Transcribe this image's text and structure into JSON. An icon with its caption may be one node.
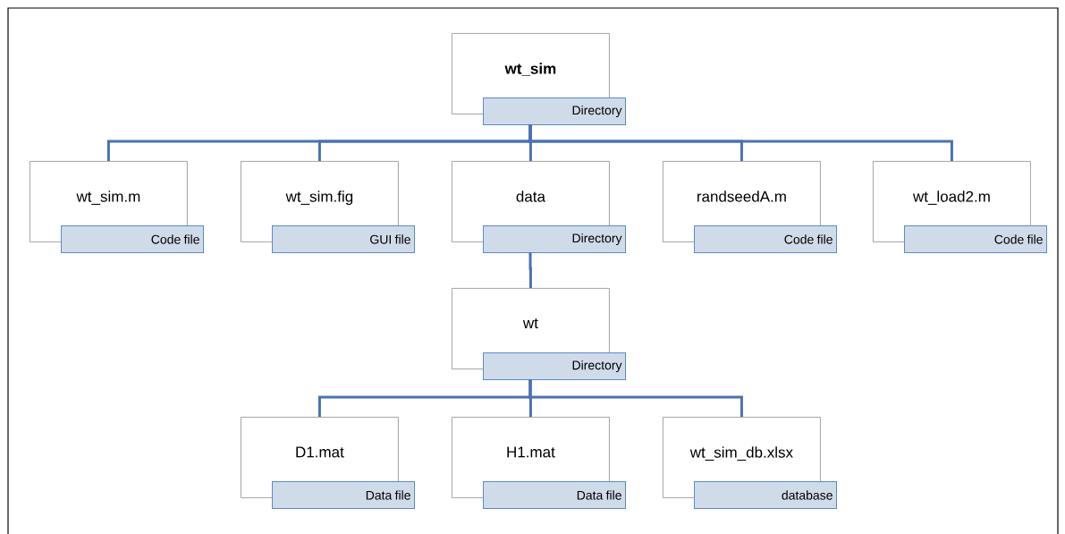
{
  "diagram": {
    "nodes": [
      {
        "text": [
          "wt_sim",
          "Directory"
        ]
      },
      {
        "text": [
          "wt_sim.m",
          "Code file"
        ]
      },
      {
        "text": [
          "wt_sim.fig",
          "GUI file"
        ]
      },
      {
        "text": [
          "data",
          "Directory"
        ]
      },
      {
        "text": [
          "randseedA.m",
          "Code file"
        ]
      },
      {
        "text": [
          "wt_load2.m",
          "Code file"
        ]
      },
      {
        "text": [
          "wt",
          "Directory"
        ]
      },
      {
        "text": [
          "D1.mat",
          "Data file"
        ]
      },
      {
        "text": [
          "H1.mat",
          "Data file"
        ]
      },
      {
        "text": [
          "wt_sim_db.xlsx",
          "database"
        ]
      }
    ],
    "edges": [
      {
        "from": 0,
        "to": 1,
        "arrow": "none"
      },
      {
        "from": 0,
        "to": 2,
        "arrow": "none"
      },
      {
        "from": 0,
        "to": 3,
        "arrow": "none"
      },
      {
        "from": 0,
        "to": 4,
        "arrow": "none"
      },
      {
        "from": 0,
        "to": 5,
        "arrow": "none"
      },
      {
        "from": 3,
        "to": 6,
        "arrow": "none"
      },
      {
        "from": 6,
        "to": 7,
        "arrow": "none"
      },
      {
        "from": 6,
        "to": 8,
        "arrow": "none"
      },
      {
        "from": 6,
        "to": 9,
        "arrow": "none"
      }
    ]
  }
}
